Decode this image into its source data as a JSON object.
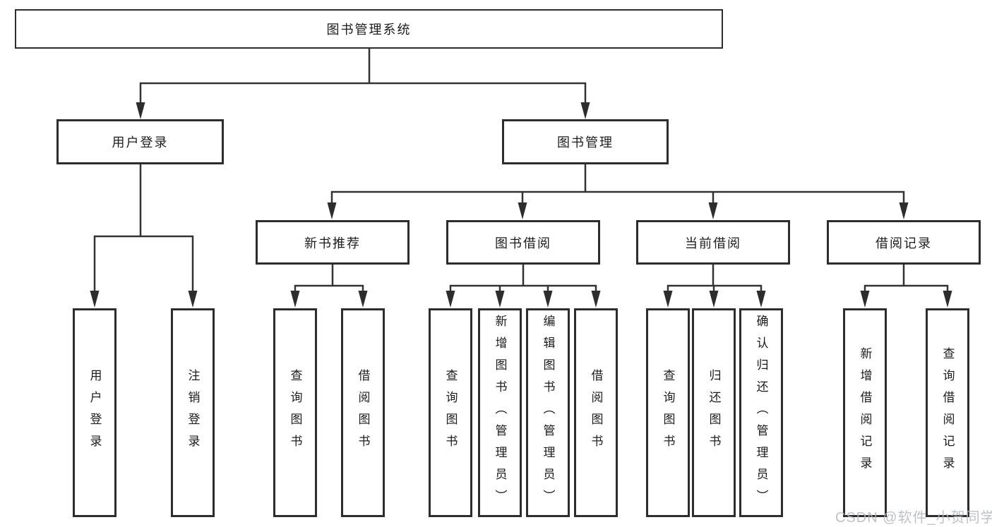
{
  "tree": {
    "label": "图书管理系统",
    "children": [
      {
        "label": "用户登录",
        "children": [
          {
            "label": "用户登录"
          },
          {
            "label": "注销登录"
          }
        ]
      },
      {
        "label": "图书管理",
        "children": [
          {
            "label": "新书推荐",
            "children": [
              {
                "label": "查询图书"
              },
              {
                "label": "借阅图书"
              }
            ]
          },
          {
            "label": "图书借阅",
            "children": [
              {
                "label": "查询图书"
              },
              {
                "label": "新增图书（管理员）"
              },
              {
                "label": "编辑图书（管理员）"
              },
              {
                "label": "借阅图书"
              }
            ]
          },
          {
            "label": "当前借阅",
            "children": [
              {
                "label": "查询图书"
              },
              {
                "label": "归还图书"
              },
              {
                "label": "确认归还（管理员）"
              }
            ]
          },
          {
            "label": "借阅记录",
            "children": [
              {
                "label": "新增借阅记录"
              },
              {
                "label": "查询借阅记录"
              }
            ]
          }
        ]
      }
    ]
  },
  "watermark": {
    "text": "CSDN @软件_小贺同学"
  },
  "colors": {
    "background": "#ffffff",
    "box_border": "#2d2d2d",
    "connector_line": "#323232",
    "arrowhead_fill": "#2d2d2d",
    "text": "#1c1c1c",
    "watermark_text": "#b3b7bd"
  }
}
